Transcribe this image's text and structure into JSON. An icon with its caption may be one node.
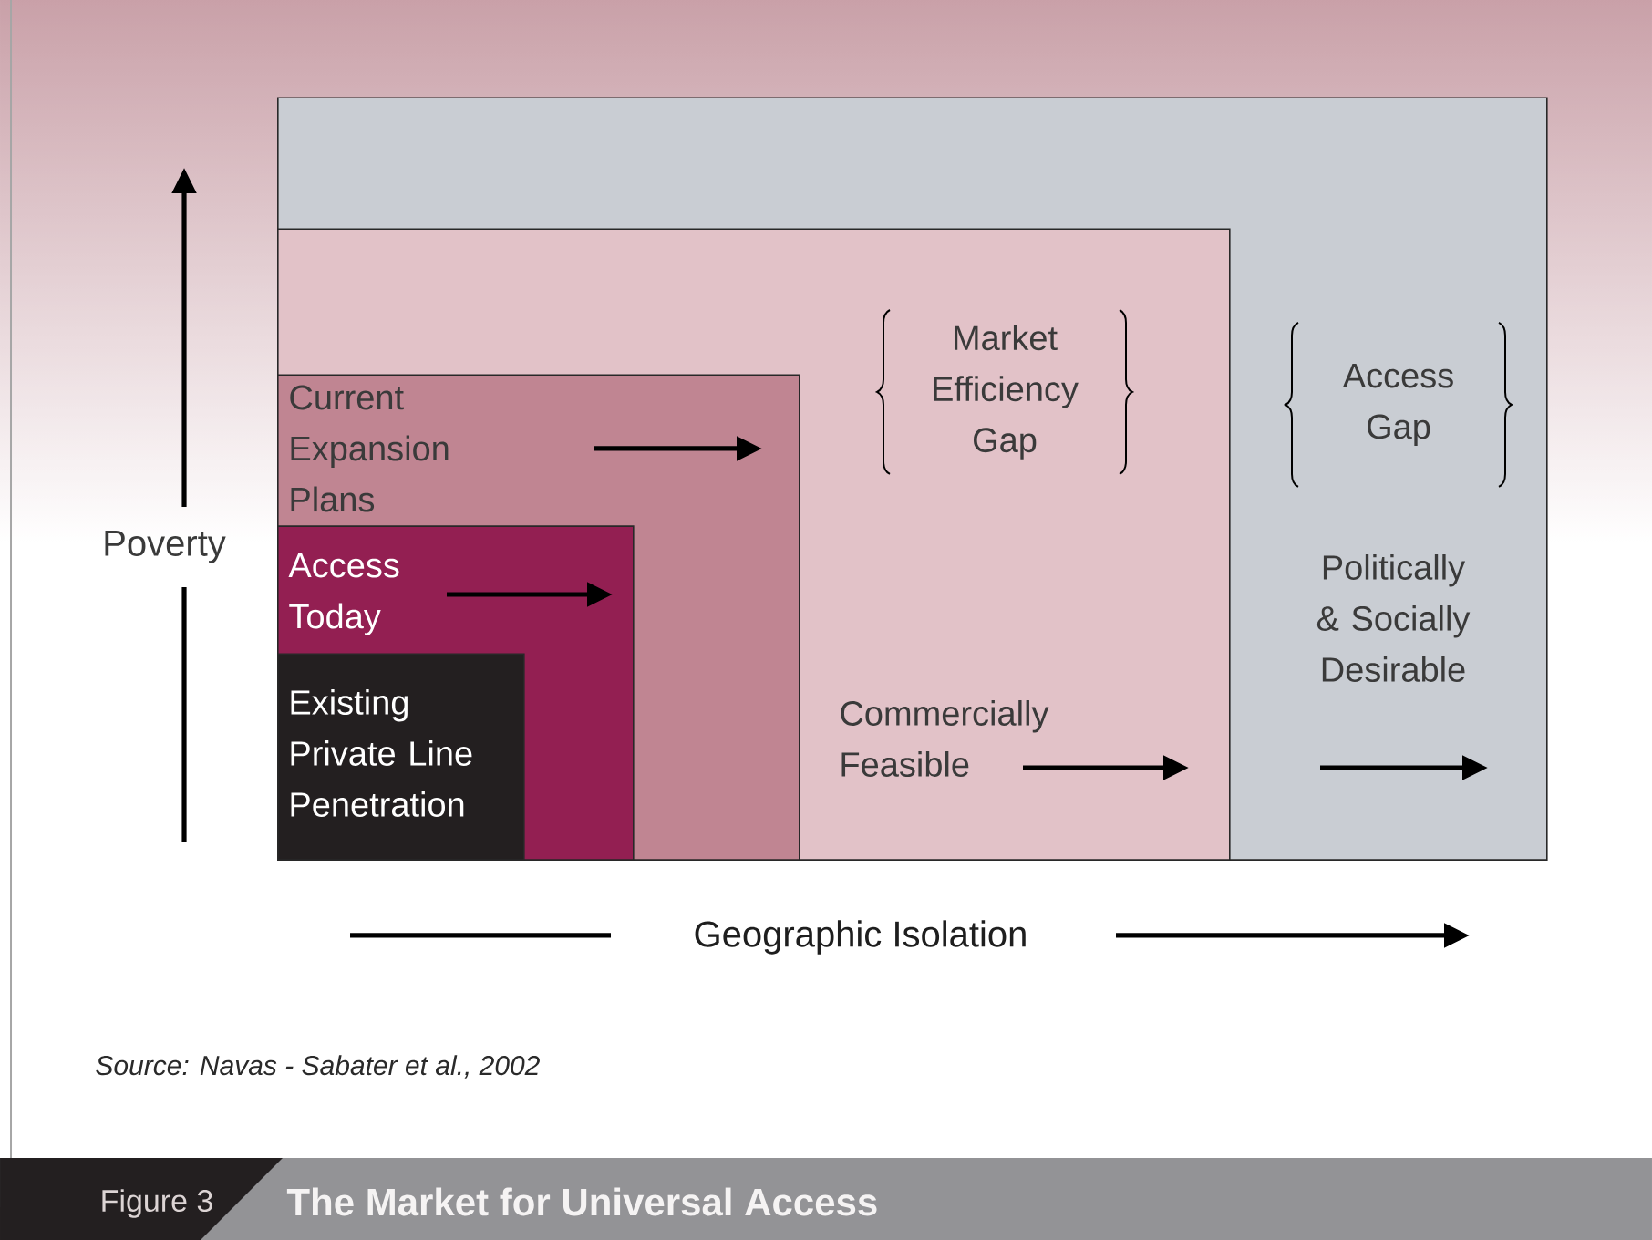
{
  "diagram": {
    "title": "The Market for Universal Access",
    "nodes": [
      {
        "text": [
          "Access Gap",
          "Politically & Socially Desirable"
        ]
      },
      {
        "text": [
          "Market Efficiency Gap",
          "Commercially Feasible"
        ],
        "in": 0
      },
      {
        "text": [
          "Current Expansion Plans"
        ],
        "in": 1
      },
      {
        "text": [
          "Access Today"
        ],
        "in": 2
      },
      {
        "text": [
          "Existing Private Line Penetration"
        ],
        "in": 3
      }
    ],
    "labels": [
      "Poverty",
      "Geographic Isolation",
      "Source: Navas - Sabater et al., 2002",
      "Figure 3"
    ]
  }
}
